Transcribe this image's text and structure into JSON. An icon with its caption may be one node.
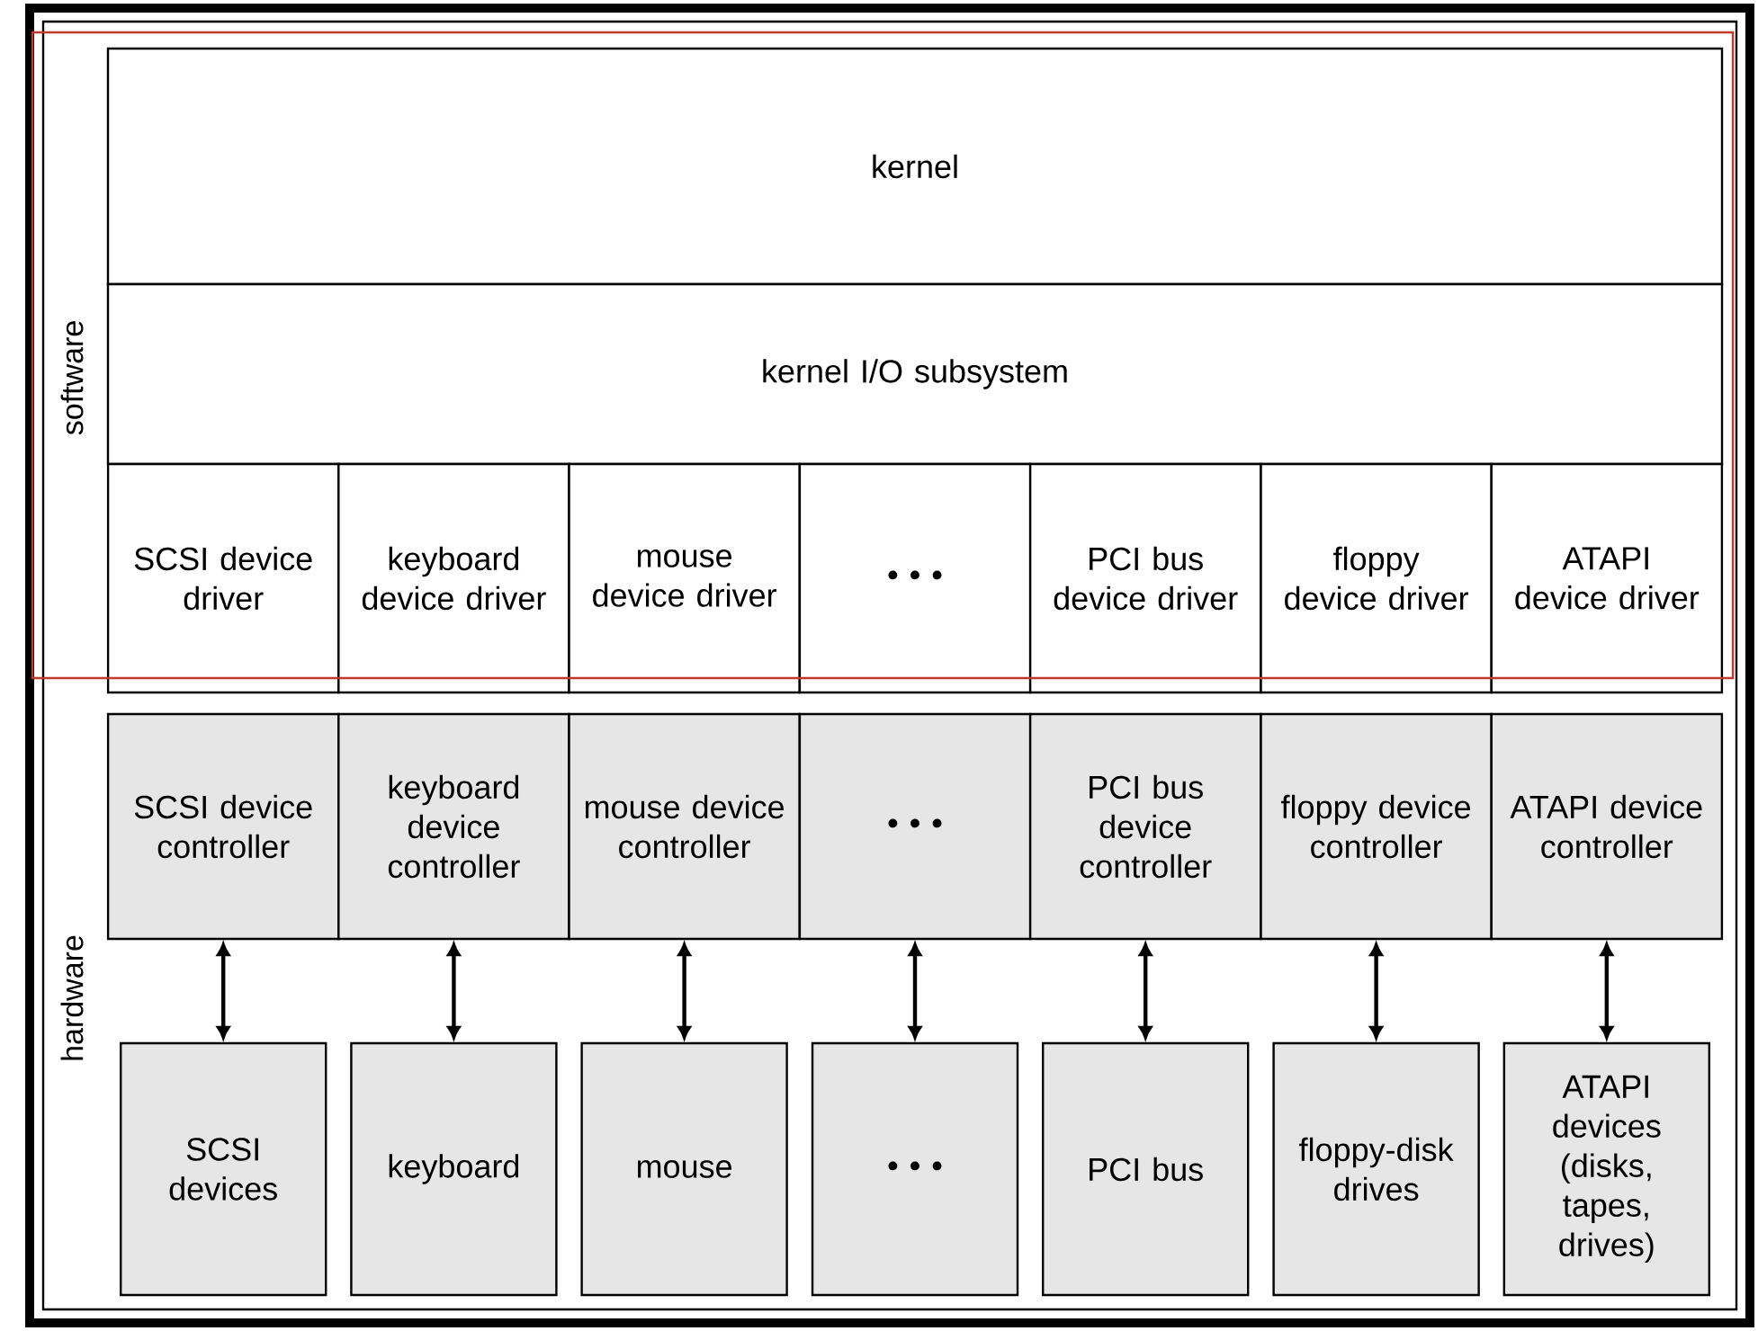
{
  "diagram": {
    "nodes": [
      {
        "text": [
          "kernel"
        ]
      },
      {
        "text": [
          "kernel I/O subsystem"
        ]
      },
      {
        "text": [
          "SCSI device driver"
        ]
      },
      {
        "text": [
          "keyboard device driver"
        ]
      },
      {
        "text": [
          "mouse device driver"
        ]
      },
      {
        "text": [
          "• • •"
        ]
      },
      {
        "text": [
          "PCI bus device driver"
        ]
      },
      {
        "text": [
          "floppy device driver"
        ]
      },
      {
        "text": [
          "ATAPI device driver"
        ]
      },
      {
        "text": [
          "SCSI device controller"
        ]
      },
      {
        "text": [
          "keyboard device controller"
        ]
      },
      {
        "text": [
          "mouse device controller"
        ]
      },
      {
        "text": [
          "• • •"
        ]
      },
      {
        "text": [
          "PCI bus device controller"
        ]
      },
      {
        "text": [
          "floppy device controller"
        ]
      },
      {
        "text": [
          "ATAPI device controller"
        ]
      },
      {
        "text": [
          "SCSI devices"
        ]
      },
      {
        "text": [
          "keyboard"
        ]
      },
      {
        "text": [
          "mouse"
        ]
      },
      {
        "text": [
          "• • •"
        ]
      },
      {
        "text": [
          "PCI bus"
        ]
      },
      {
        "text": [
          "floppy-disk drives"
        ]
      },
      {
        "text": [
          "ATAPI devices (disks, tapes, drives)"
        ]
      }
    ],
    "edges": [
      {
        "from": 9,
        "to": 16,
        "arrow": "both"
      },
      {
        "from": 10,
        "to": 17,
        "arrow": "both"
      },
      {
        "from": 11,
        "to": 18,
        "arrow": "both"
      },
      {
        "from": 12,
        "to": 19,
        "arrow": "both"
      },
      {
        "from": 13,
        "to": 20,
        "arrow": "both"
      },
      {
        "from": 14,
        "to": 21,
        "arrow": "both"
      },
      {
        "from": 15,
        "to": 22,
        "arrow": "both"
      }
    ],
    "labels": [
      "software",
      "hardware"
    ]
  }
}
